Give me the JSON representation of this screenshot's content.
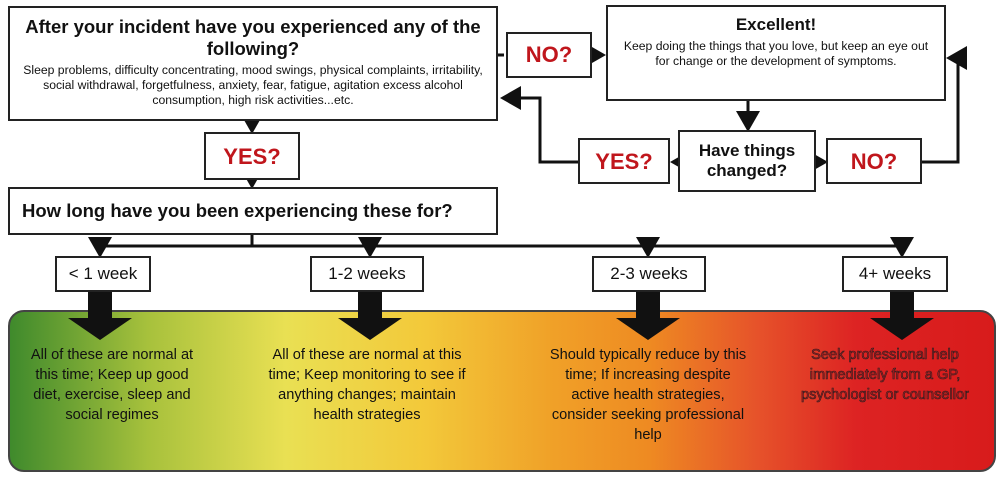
{
  "incident": {
    "title": "After your incident have you experienced any of the following?",
    "body": "Sleep problems, difficulty concentrating, mood swings, physical complaints, irritability, social withdrawal, forgetfulness, anxiety, fear, fatigue, agitation excess alcohol consumption, high risk activities...etc."
  },
  "no_first": "NO?",
  "yes_first": "YES?",
  "excellent": {
    "title": "Excellent!",
    "body": "Keep doing the things that you love, but keep an eye out for change or the development of symptoms."
  },
  "changed": {
    "label": "Have things changed?",
    "yes": "YES?",
    "no": "NO?"
  },
  "how_long": "How long have you been experiencing these for?",
  "durations": [
    {
      "label": "< 1 week",
      "advice": "All of these are normal at this time; Keep up good diet, exercise, sleep and social regimes"
    },
    {
      "label": "1-2 weeks",
      "advice": "All of these are normal at this time; Keep monitoring to see if anything changes; maintain health strategies"
    },
    {
      "label": "2-3 weeks",
      "advice": "Should typically reduce by this time; If increasing despite active health strategies, consider seeking professional help"
    },
    {
      "label": "4+ weeks",
      "advice": "Seek professional help immediately from a GP, psychologist or counsellor"
    }
  ],
  "colors": {
    "answer_text": "#c0161c",
    "gradient": [
      "#3f8a2c",
      "#e9e053",
      "#f0a128",
      "#d81b1b"
    ]
  }
}
